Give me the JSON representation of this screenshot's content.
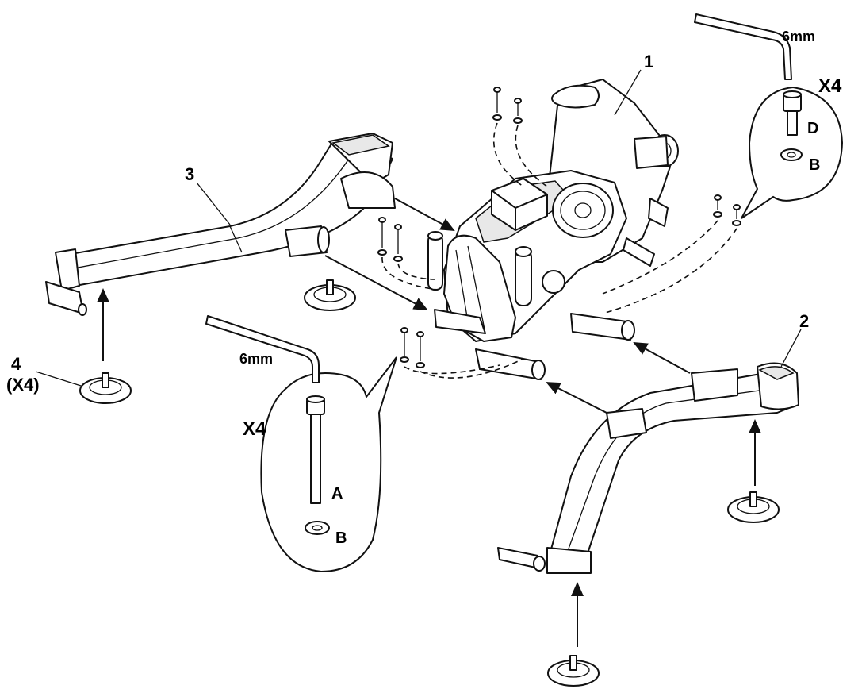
{
  "diagram": {
    "callouts": {
      "part1": "1",
      "part2": "2",
      "part3": "3",
      "part4": "4",
      "part4_qty": "(X4)"
    },
    "detail_rear": {
      "tool_size": "6mm",
      "quantity": "X4",
      "bolt_letter": "D",
      "washer_letter": "B"
    },
    "detail_front": {
      "tool_size": "6mm",
      "quantity": "X4",
      "bolt_letter": "A",
      "washer_letter": "B"
    }
  }
}
